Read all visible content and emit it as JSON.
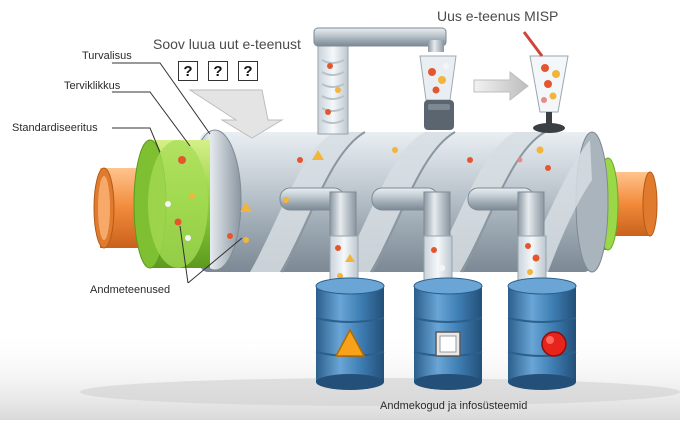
{
  "labels": {
    "turvalisus": "Turvalisus",
    "terviklikkus": "Terviklikkus",
    "standardiseeritus": "Standardiseeritus",
    "andmeteenused": "Andmeteenused",
    "wish": "Soov luua uut e-teenust",
    "result": "Uus e-teenus MISP",
    "databases": "Andmekogud ja infosüsteemid"
  },
  "question_marks": [
    "?",
    "?",
    "?"
  ],
  "database_symbols": [
    "triangle",
    "square",
    "circle"
  ],
  "colors": {
    "pipe_orange": "#f28a3a",
    "collar_green": "#8fcf3a",
    "pipe_steel": "#b9c4cc",
    "barrel_blue": "#3f7fb4",
    "symbol_orange": "#f7a21a",
    "symbol_red": "#e8231b"
  }
}
